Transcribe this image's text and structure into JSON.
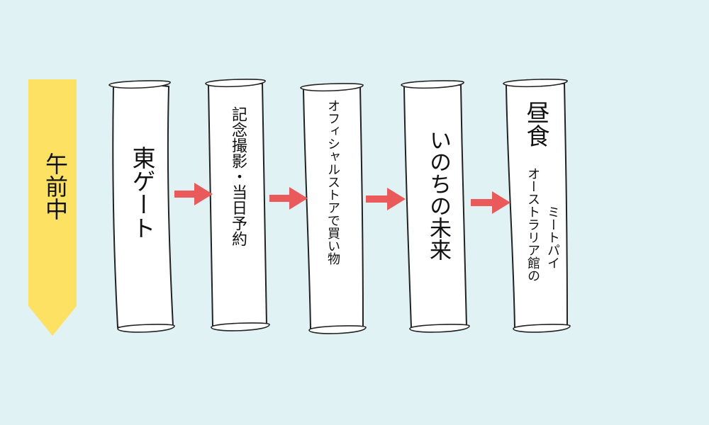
{
  "period": {
    "label": "午前中",
    "color": "#fde163"
  },
  "arrow_color": "#ea5a5a",
  "background": "#e0f2f3",
  "steps": [
    {
      "title": "東ゲート"
    },
    {
      "title": "記念撮影・当日予約"
    },
    {
      "title": "オフィシャルストアで買い物"
    },
    {
      "title": "いのちの未来"
    },
    {
      "title": "昼食",
      "place": "オーストラリア館の",
      "menu": "ミートパイ"
    }
  ]
}
